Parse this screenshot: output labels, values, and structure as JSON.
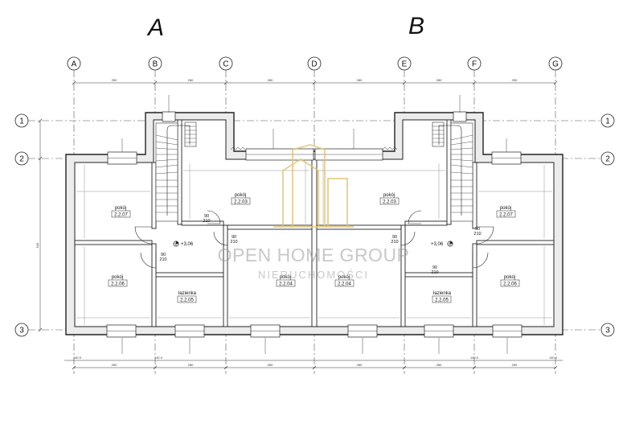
{
  "sections": [
    "A",
    "B"
  ],
  "grid_columns": [
    "A",
    "B",
    "C",
    "D",
    "E",
    "F",
    "G"
  ],
  "grid_rows": [
    "1",
    "2",
    "3"
  ],
  "top_dims": [
    "250",
    "280",
    "280",
    "280",
    "280",
    "250"
  ],
  "bottom_dims": [
    "250",
    "280",
    "280",
    "280",
    "280",
    "250"
  ],
  "bottom_offsets": [
    "140.0",
    "140.0",
    "140.0",
    "140.0"
  ],
  "side_dim": "545",
  "rooms": {
    "a_top_left": {
      "name": "pokój",
      "code": "2.2.07"
    },
    "a_bottom_left": {
      "name": "pokój",
      "code": "2.2.06"
    },
    "a_bathroom": {
      "name": "łazienka",
      "code": "2.2.05"
    },
    "a_mid_upper": {
      "name": "pokój",
      "code": "2.2.03"
    },
    "a_mid_lower": {
      "name": "pokój",
      "code": "2.2.04"
    },
    "b_mid_upper": {
      "name": "pokój",
      "code": "2.2.03"
    },
    "b_mid_lower": {
      "name": "pokój",
      "code": "2.2.04"
    },
    "b_bathroom": {
      "name": "łazienka",
      "code": "2.2.05"
    },
    "b_top_right": {
      "name": "pokój",
      "code": "2.2.07"
    },
    "b_bottom_right": {
      "name": "pokój",
      "code": "2.2.06"
    }
  },
  "doors": [
    "90",
    "210",
    "90",
    "210",
    "90",
    "210",
    "90",
    "210",
    "90",
    "210",
    "90",
    "210"
  ],
  "elevations": [
    "+3,06",
    "+3,06"
  ],
  "watermark": {
    "line1": "OPEN HOME GROUP",
    "line2": "NIERUCHOMOŚCI"
  }
}
